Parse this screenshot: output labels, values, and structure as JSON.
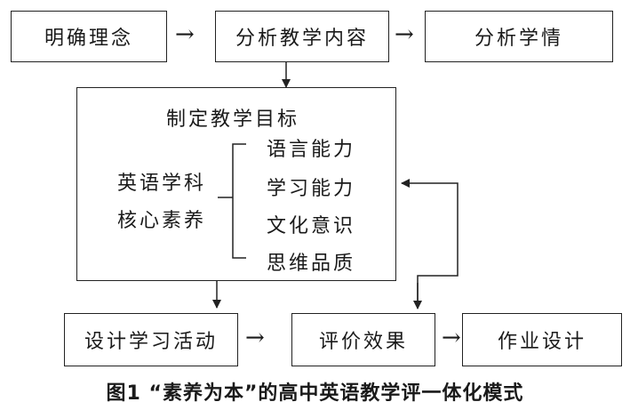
{
  "nodes": {
    "clarify_concept": "明确理念",
    "analyze_content": "分析教学内容",
    "analyze_learners": "分析学情",
    "set_objectives": "制定教学目标",
    "core_literacy_line1": "英语学科",
    "core_literacy_line2": "核心素养",
    "design_activities": "设计学习活动",
    "evaluate_effect": "评价效果",
    "homework_design": "作业设计"
  },
  "literacy_items": [
    "语言能力",
    "学习能力",
    "文化意识",
    "思维品质"
  ],
  "arrows": {
    "a1": "→",
    "a2": "→",
    "a3": "→",
    "a4": "→"
  },
  "caption": "图1 “素养为本”的高中英语教学评一体化模式"
}
